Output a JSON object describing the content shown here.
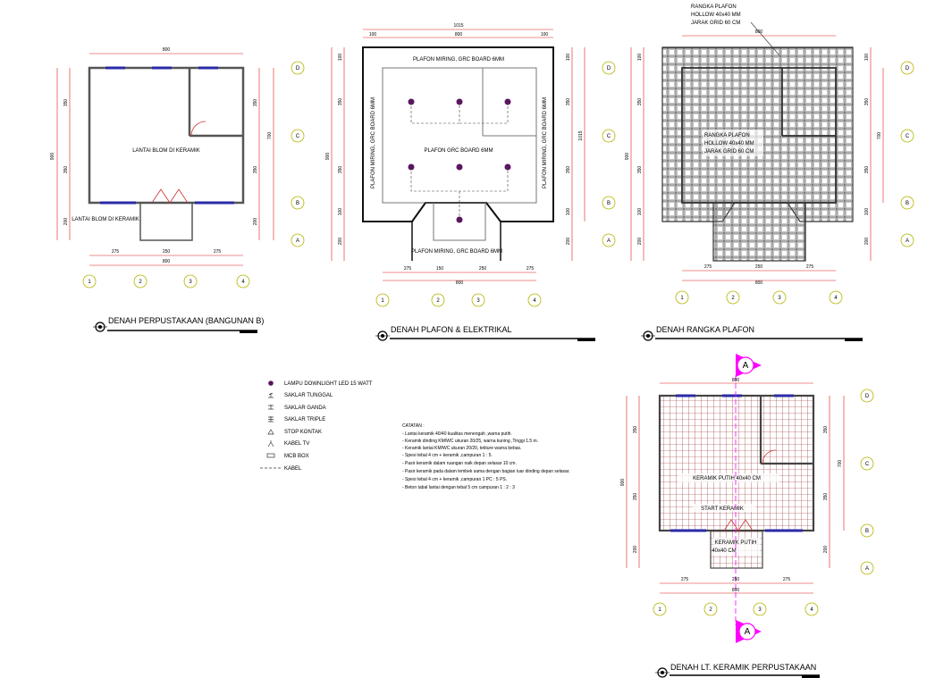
{
  "colors": {
    "wall": "#4d4d4d",
    "dimension": "#e01a1a",
    "grid_bubble": "#b5b500",
    "window": "#2a2aa8",
    "tile_grid": "#8a1a1a",
    "section_marker": "#ff00ff",
    "ceiling_frame": "#555555"
  },
  "plans": {
    "perpustakaan": {
      "title": "DENAH PERPUSTAKAAN (BANGUNAN B)",
      "floor_label_main": "LANTAI BLOM DI KERAMIK",
      "floor_label_porch": "LANTAI BLOM DI KERAMIK",
      "dim_top": "800",
      "dim_bottom_total": "800",
      "dim_bottom_segs": [
        "275",
        "250",
        "275"
      ],
      "dim_left": [
        "350",
        "350",
        "200"
      ],
      "dim_left_total": "900",
      "dim_right": [
        "350",
        "700",
        "350",
        "200"
      ],
      "grid_cols": [
        "1",
        "2",
        "3",
        "4"
      ],
      "grid_rows": [
        "D",
        "C",
        "B",
        "A"
      ]
    },
    "plafon": {
      "title": "DENAH PLAFON & ELEKTRIKAL",
      "label_top": "PLAFON MIRING, GRC BOARD 6MM",
      "label_center": "PLAFON GRC BOARD 6MM",
      "label_left": "PLAFON MIRING, GRC BOARD 6MM",
      "label_right": "PLAFON MIRING, GRC BOARD 6MM",
      "label_bottom": "PLAFON MIRING, GRC BOARD 6MM",
      "dim_top": [
        "100",
        "800",
        "100"
      ],
      "dim_top_total": "1015",
      "dim_bottom_segs": [
        "275",
        "150",
        "250",
        "275"
      ],
      "dim_bottom_total": "800",
      "dim_left": [
        "100",
        "350",
        "350",
        "100",
        "200"
      ],
      "dim_left_total": "900",
      "dim_right": [
        "100",
        "350",
        "350",
        "100",
        "200"
      ],
      "dim_right_total": "1015",
      "grid_cols": [
        "1",
        "2",
        "3",
        "4"
      ],
      "grid_rows": [
        "D",
        "C",
        "B",
        "A"
      ]
    },
    "rangka": {
      "title": "DENAH RANGKA PLAFON",
      "note_top": [
        "RANGKA PLAFON",
        "HOLLOW 40x40 MM",
        "JARAK GRID 60 CM"
      ],
      "note_center": [
        "RANGKA PLAFON",
        "HOLLOW 40x40 MM",
        "JARAK GRID 60 CM"
      ],
      "dim_top": "800",
      "dim_bottom_segs": [
        "275",
        "250",
        "275"
      ],
      "dim_bottom_total": "800",
      "dim_left": [
        "100",
        "350",
        "350",
        "100",
        "200"
      ],
      "dim_left_total": "900",
      "dim_right": [
        "100",
        "350",
        "700",
        "350",
        "100",
        "200"
      ],
      "grid_cols": [
        "1",
        "2",
        "3",
        "4"
      ],
      "grid_rows": [
        "D",
        "C",
        "B",
        "A"
      ]
    },
    "keramik": {
      "title": "DENAH LT. KERAMIK PERPUSTAKAAN",
      "label_main": "KERAMIK PUTIH 40x40 CM",
      "label_start": "START KERAMIK",
      "label_porch": [
        "KERAMIK PUTIH",
        "40x40 CM"
      ],
      "section_mark": "A",
      "dim_top": "800",
      "dim_bottom_segs": [
        "275",
        "250",
        "275"
      ],
      "dim_bottom_total": "800",
      "dim_left": [
        "350",
        "350",
        "200"
      ],
      "dim_left_total": "900",
      "dim_right": [
        "350",
        "700",
        "350",
        "200"
      ],
      "grid_cols": [
        "1",
        "2",
        "3",
        "4"
      ],
      "grid_rows": [
        "D",
        "C",
        "B",
        "A"
      ]
    }
  },
  "legend": [
    {
      "symbol": "downlight-icon",
      "label": "LAMPU DOWNLIGHT LED 15 WATT"
    },
    {
      "symbol": "single-switch-icon",
      "label": "SAKLAR TUNGGAL"
    },
    {
      "symbol": "double-switch-icon",
      "label": "SAKLAR GANDA"
    },
    {
      "symbol": "triple-switch-icon",
      "label": "SAKLAR TRIPLE"
    },
    {
      "symbol": "socket-icon",
      "label": "STOP KONTAK"
    },
    {
      "symbol": "tv-cable-icon",
      "label": "KABEL TV"
    },
    {
      "symbol": "mcb-box-icon",
      "label": "MCB BOX"
    },
    {
      "symbol": "cable-icon",
      "label": "KABEL"
    }
  ],
  "notes": {
    "heading": "CATATAN :",
    "items": [
      "- Lantai keramik 40/40 kualitas menengah ,warna putih.",
      "- Keramik dinding KM/WC ukuran 20/25, warna kuning ,Tinggi 1.5 m.",
      "- Keramik lantai KM/WC ukuran 20/20, tekture warna bebas.",
      "- Spesi tebal 4 cm + keramik ,campuran 1 : 5.",
      "- Pasir keramik dalam ruangan naik depan selasar 10 cm.",
      "- Pasir keramik pada dalam lembek sama dengan bagian luar dinding depan selasar.",
      "- Spesi tebal 4 cm + keramik ,campuran 1 PC : 5 PS.",
      "- Beton tabal lantai dengan tebal 5 cm campuran 1 : 2 : 3"
    ]
  }
}
